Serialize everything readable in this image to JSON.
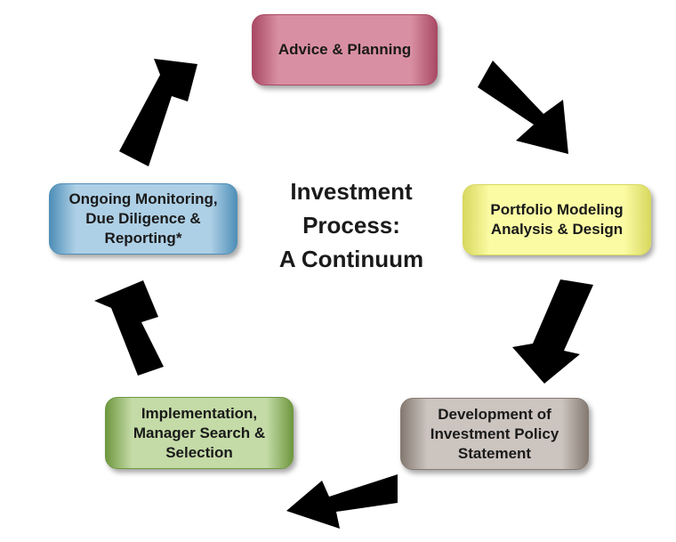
{
  "center_title": "Investment\nProcess:\nA Continuum",
  "stages": [
    {
      "id": "advice",
      "label": "Advice & Planning",
      "color": "#d98fa3",
      "edge": "#a94a64"
    },
    {
      "id": "portfolio",
      "label": "Portfolio Modeling\nAnalysis & Design",
      "color": "#fbfba4",
      "edge": "#d8d860"
    },
    {
      "id": "policy",
      "label": "Development of\nInvestment Policy\nStatement",
      "color": "#ccc4bf",
      "edge": "#857a72"
    },
    {
      "id": "implementation",
      "label": "Implementation,\nManager Search &\nSelection",
      "color": "#c4dba7",
      "edge": "#6f9840"
    },
    {
      "id": "monitoring",
      "label": "Ongoing Monitoring,\nDue Diligence &\nReporting*",
      "color": "#aed0e6",
      "edge": "#4f8fb8"
    }
  ],
  "arrow_color": "#000000"
}
